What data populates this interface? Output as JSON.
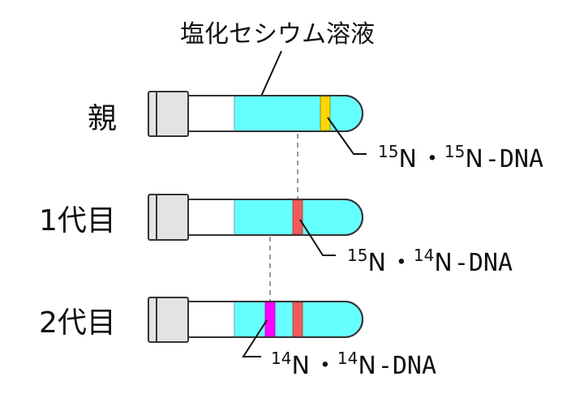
{
  "title": "塩化セシウム溶液",
  "colors": {
    "solution": "#66ffff",
    "cap": "#e3e3e3",
    "outline": "#333333",
    "band_15N15N": "#ffd700",
    "band_15N14N": "#f05a5a",
    "band_14N14N": "#ff00ff"
  },
  "tubes": [
    {
      "generation": "親",
      "bands": [
        {
          "type": "15N15N",
          "color": "#ffd700"
        }
      ],
      "label": {
        "iso1": "15",
        "el1": "N",
        "sep": "・",
        "iso2": "15",
        "el2": "N",
        "suffix": "-DNA"
      }
    },
    {
      "generation": "1代目",
      "bands": [
        {
          "type": "15N14N",
          "color": "#f05a5a"
        }
      ],
      "label": {
        "iso1": "15",
        "el1": "N",
        "sep": "・",
        "iso2": "14",
        "el2": "N",
        "suffix": "-DNA"
      }
    },
    {
      "generation": "2代目",
      "bands": [
        {
          "type": "14N14N",
          "color": "#ff00ff"
        },
        {
          "type": "15N14N",
          "color": "#f05a5a"
        }
      ],
      "label": {
        "iso1": "14",
        "el1": "N",
        "sep": "・",
        "iso2": "14",
        "el2": "N",
        "suffix": "-DNA"
      }
    }
  ]
}
